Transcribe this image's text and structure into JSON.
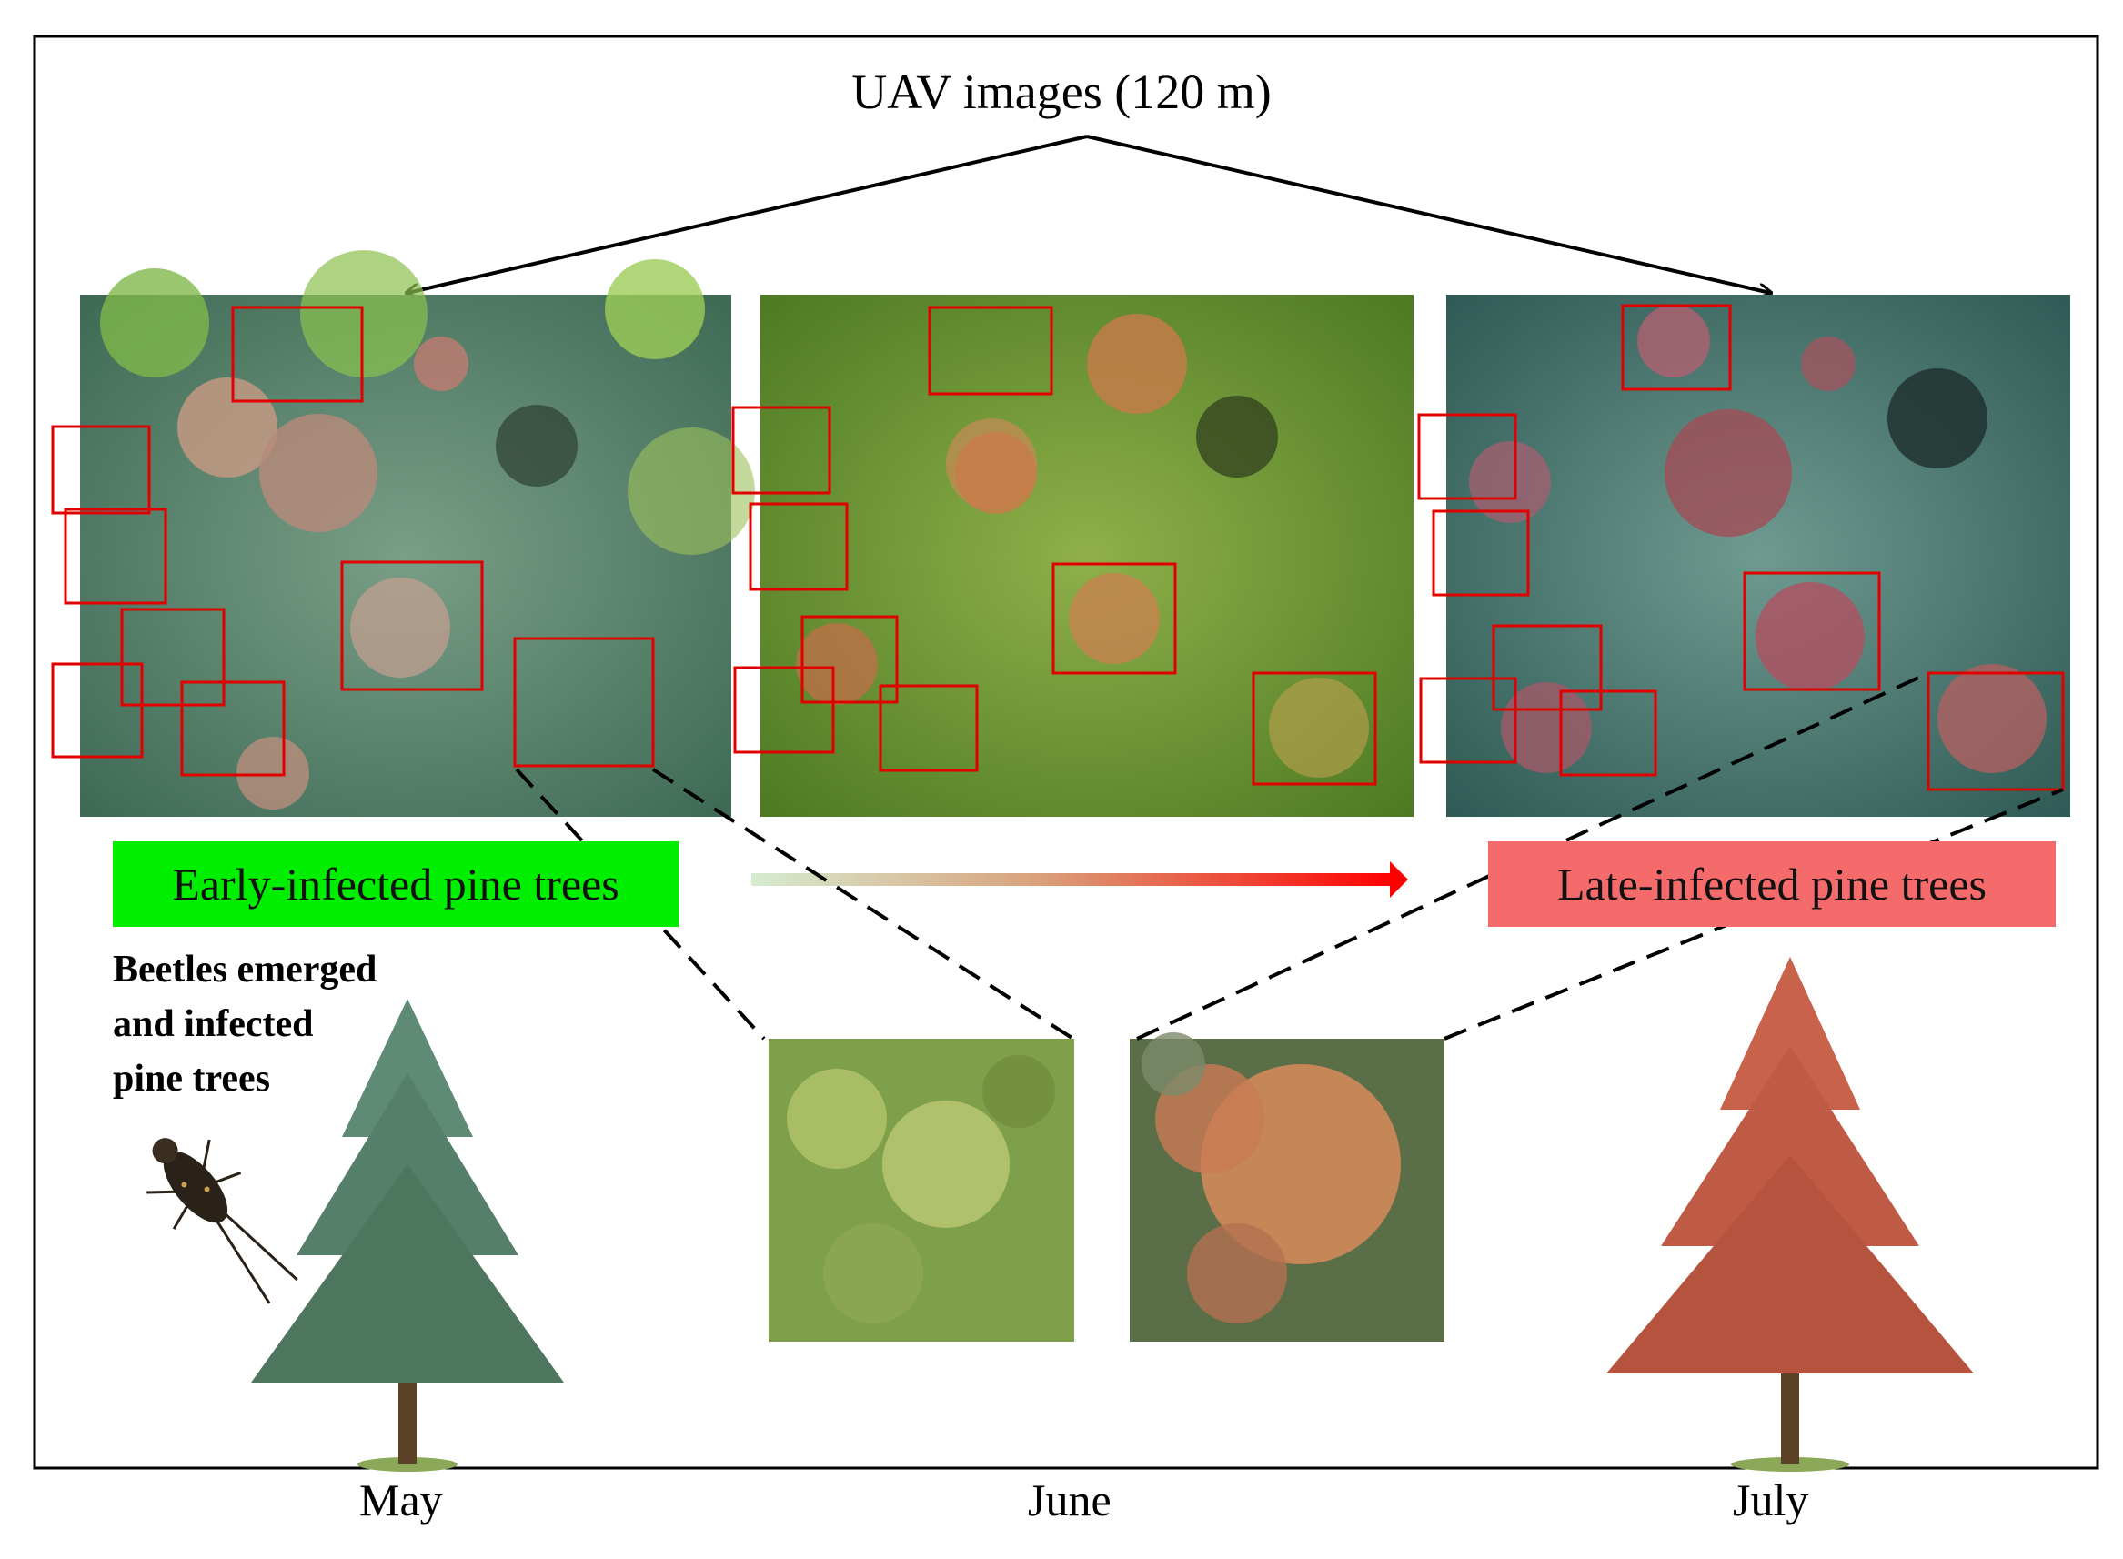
{
  "title": "UAV images (120 m)",
  "labels": {
    "early": "Early-infected pine trees",
    "late": "Late-infected pine trees",
    "beetle_note": "Beetles emerged\nand infected\npine trees"
  },
  "months": [
    "May",
    "June",
    "July"
  ],
  "colors": {
    "early_label_bg": "#00ee00",
    "late_label_bg": "#f56b6b",
    "detection_box": "#e00000",
    "arrow_gradient": [
      "#d6ecd0",
      "#d9a07a",
      "#ff0000"
    ],
    "healthy_tree": "#5b8a70",
    "infected_tree": "#c8624a"
  },
  "icons": [
    "beetle-icon",
    "healthy-pine-tree-icon",
    "infected-pine-tree-icon",
    "progression-arrow-icon"
  ]
}
